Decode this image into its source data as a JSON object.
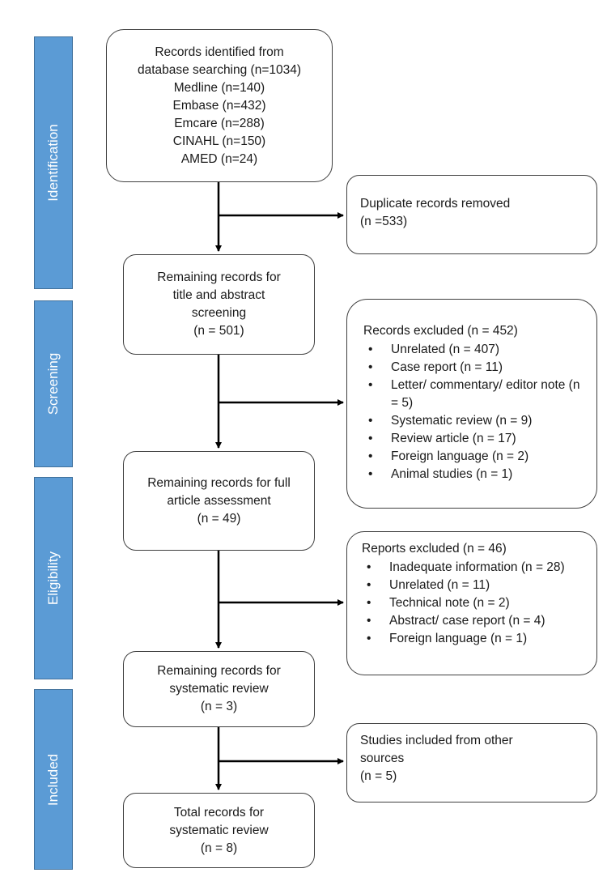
{
  "stages": [
    {
      "label": "Identification"
    },
    {
      "label": "Screening"
    },
    {
      "label": "Eligibility"
    },
    {
      "label": "Included"
    }
  ],
  "main_boxes": [
    {
      "lines": [
        "Records identified from",
        "database searching (n=1034)",
        "Medline (n=140)",
        "Embase (n=432)",
        "Emcare (n=288)",
        "CINAHL (n=150)",
        "AMED (n=24)"
      ]
    },
    {
      "lines": [
        "Remaining records for",
        "title and abstract",
        "screening",
        "(n = 501)"
      ]
    },
    {
      "lines": [
        "Remaining records for full",
        "article assessment",
        "(n = 49)"
      ]
    },
    {
      "lines": [
        "Remaining records for",
        "systematic review",
        "(n = 3)"
      ]
    },
    {
      "lines": [
        "Total records for",
        "systematic review",
        "(n = 8)"
      ]
    }
  ],
  "side_boxes": {
    "duplicates": {
      "lines": [
        "Duplicate records removed",
        "(n =533)"
      ]
    },
    "screening_excluded": {
      "title": "Records excluded (n = 452)",
      "items": [
        "Unrelated (n = 407)",
        "Case report (n = 11)",
        "Letter/ commentary/ editor note (n = 5)",
        "Systematic review (n = 9)",
        "Review article (n = 17)",
        "Foreign language (n = 2)",
        "Animal studies (n = 1)"
      ]
    },
    "eligibility_excluded": {
      "title": "Reports excluded (n = 46)",
      "items": [
        "Inadequate information (n = 28)",
        "Unrelated (n = 11)",
        "Technical note (n = 2)",
        "Abstract/ case report (n = 4)",
        "Foreign language (n = 1)"
      ]
    },
    "other_sources": {
      "lines": [
        "Studies included from other",
        "sources",
        "(n = 5)"
      ]
    }
  },
  "colors": {
    "stage_fill": "#5b9bd5",
    "stage_border": "#41719c",
    "stage_text": "#ffffff",
    "box_border": "#3f3f3f",
    "arrow": "#000000"
  }
}
